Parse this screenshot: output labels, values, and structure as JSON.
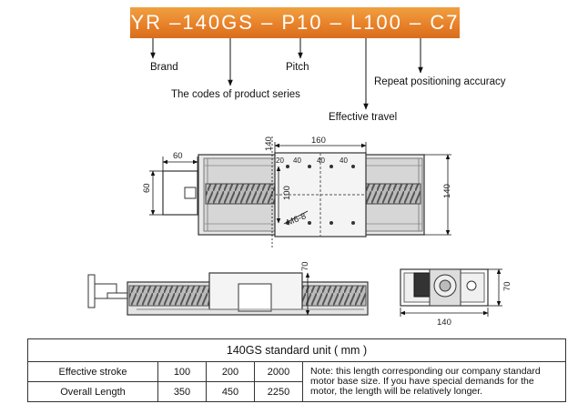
{
  "header": {
    "code": "YR –140GS – P10 – L100 – C7"
  },
  "callouts": {
    "brand": "Brand",
    "series": "The codes of product series",
    "pitch": "Pitch",
    "accuracy": "Repeat positioning accuracy",
    "travel": "Effective travel"
  },
  "top_view": {
    "dim_60_h": "60",
    "dim_60_v": "60",
    "dim_140_top": "140",
    "dim_160": "160",
    "dim_20": "20",
    "dim_40a": "40",
    "dim_40b": "40",
    "dim_40c": "40",
    "dim_100": "100",
    "dim_140_right": "140",
    "hole_label": "M6-8"
  },
  "side_view": {
    "dim_70": "70"
  },
  "end_view": {
    "dim_140": "140",
    "dim_70": "70"
  },
  "table": {
    "title": "140GS standard unit ( mm )",
    "rows": [
      {
        "label": "Effective stroke",
        "v1": "100",
        "v2": "200",
        "v3": "2000"
      },
      {
        "label": "Overall Length",
        "v1": "350",
        "v2": "450",
        "v3": "2250"
      }
    ],
    "note": "Note: this length corresponding our company standard motor base size. If you have special demands for the motor, the length will be relatively longer."
  },
  "colors": {
    "banner": "#e8822a"
  }
}
